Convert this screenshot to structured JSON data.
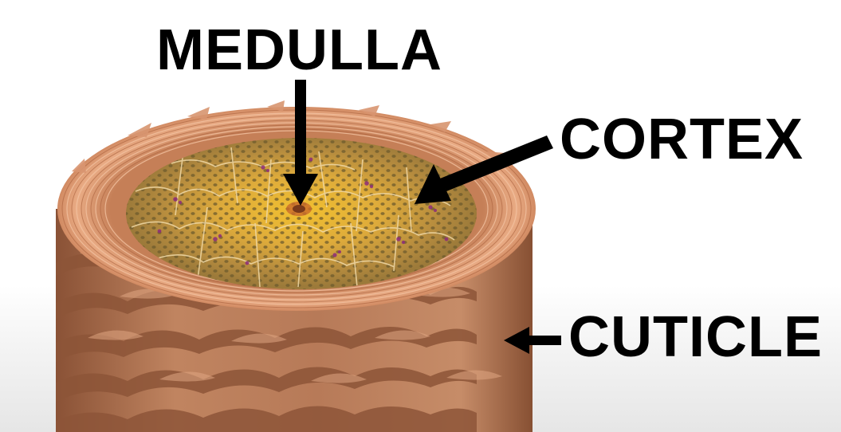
{
  "labels": {
    "medulla": "MEDULLA",
    "cortex": "CORTEX",
    "cuticle": "CUTICLE"
  },
  "colors": {
    "text": "#000000",
    "arrow": "#000000",
    "cuticle_fill": "#b47a57",
    "cuticle_scale": "#8d5538",
    "cuticle_rim": "#e2a079",
    "cortex_fill": "#b58a36",
    "cortex_core": "#e6b734",
    "cortex_dots": "#6d5a2c",
    "pigment": "#8c2d7a",
    "medulla_core": "#7a3a1a"
  }
}
